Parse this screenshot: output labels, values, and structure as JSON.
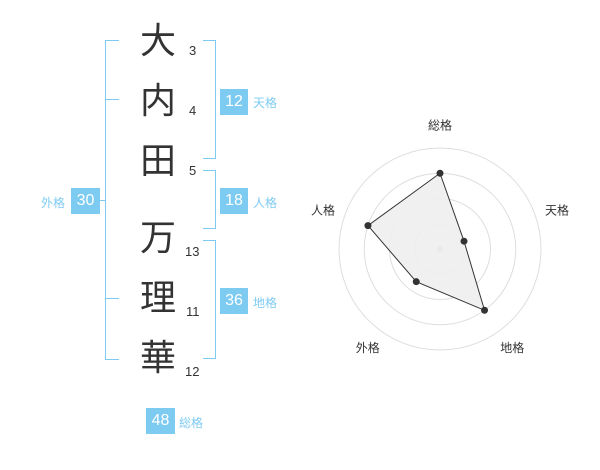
{
  "name": {
    "characters": [
      {
        "char": "大",
        "strokes": "3"
      },
      {
        "char": "内",
        "strokes": "4"
      },
      {
        "char": "田",
        "strokes": "5"
      },
      {
        "char": "万",
        "strokes": "13"
      },
      {
        "char": "理",
        "strokes": "11"
      },
      {
        "char": "華",
        "strokes": "12"
      }
    ]
  },
  "fortune": {
    "tenkaku": {
      "value": "12",
      "label": "天格"
    },
    "jinkaku": {
      "value": "18",
      "label": "人格"
    },
    "chikaku": {
      "value": "36",
      "label": "地格"
    },
    "gaikaku": {
      "value": "30",
      "label": "外格"
    },
    "soukaku": {
      "value": "48",
      "label": "総格"
    }
  },
  "colors": {
    "accent": "#7ecbf2",
    "text": "#333333",
    "ring": "#dddddd",
    "fill": "#eeeeee"
  },
  "chart_data": {
    "type": "radar",
    "categories": [
      "総格",
      "天格",
      "地格",
      "外格",
      "人格"
    ],
    "values": [
      0.75,
      0.25,
      0.75,
      0.4,
      0.75
    ],
    "range": [
      0,
      1
    ],
    "rings": 4
  }
}
